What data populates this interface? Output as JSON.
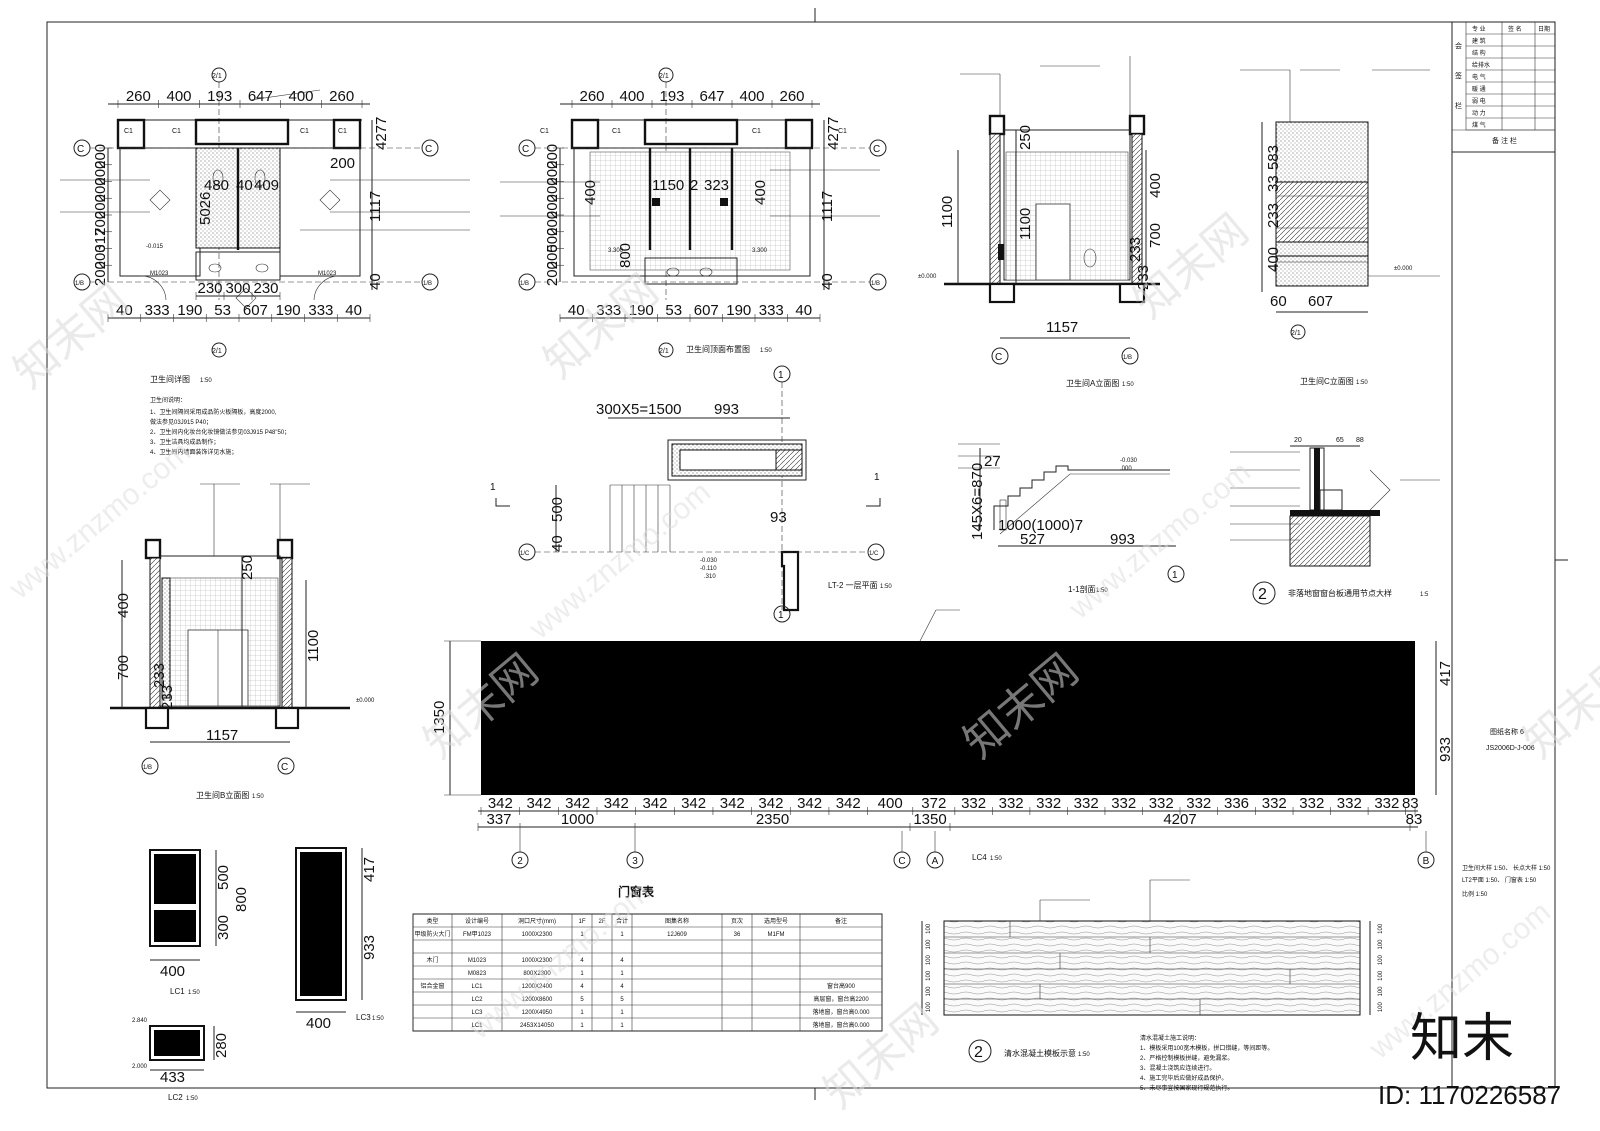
{
  "title_block": {
    "header": [
      "专 业",
      "签 名",
      "日期"
    ],
    "rows": [
      "建 筑",
      "结 构",
      "给排水",
      "电 气",
      "暖 通",
      "弱 电",
      "动 力",
      "煤 气"
    ],
    "side_labels": [
      "会",
      "签",
      "栏"
    ],
    "remark_label": "备 注 栏",
    "drawing_name": "图纸名称 6",
    "drawing_code": "JS2006D-J-006",
    "scale_notes": [
      "卫生间大样 1:50、 长点大样 1:50",
      "LT2平面 1:50、 门窗表 1:50"
    ],
    "extra": "比例 1:50"
  },
  "plan1": {
    "top_dims": [
      "260",
      "400",
      "193",
      "647",
      "400",
      "260"
    ],
    "axis_top": "2/1",
    "axis_left_top": "C",
    "axis_left_bot": "1/B",
    "labels": [
      "C1",
      "C1",
      "C1",
      "C1"
    ],
    "left_dims": [
      "200",
      "200",
      "200",
      "200",
      "200",
      "317",
      "200",
      "200"
    ],
    "right_dims": [
      "1117",
      "40",
      "4277"
    ],
    "inner": [
      "480",
      "40",
      "409",
      "5026",
      "200",
      "M1023",
      "M1023"
    ],
    "bot_row1": [
      "230",
      "300",
      "230"
    ],
    "bot_row2": [
      "40",
      "333",
      "190",
      "53",
      "607",
      "190",
      "333",
      "40"
    ],
    "note_left": "-0.015",
    "title": "卫生间详图",
    "scale": "1:50",
    "notes_title": "卫生间说明：",
    "notes": [
      "1、卫生间隔间采用成品防火板隔板，高度2000,",
      "   做法参见03J915 P40；",
      "2、卫生间内化妆台化妆镜做法参见03J915 P48\"50；",
      "3、卫生洁具均成品制作；",
      "4、卫生间内墙面装饰详见水施；"
    ]
  },
  "plan2": {
    "top_dims": [
      "260",
      "400",
      "193",
      "647",
      "400",
      "260"
    ],
    "left_dims": [
      "200",
      "200",
      "200",
      "200",
      "200",
      "500",
      "200",
      "200"
    ],
    "right_dims": [
      "1117",
      "40",
      "4277"
    ],
    "inner": [
      "400",
      "400",
      "1150",
      "2",
      "323",
      "800",
      "3.300",
      "3.300"
    ],
    "bot_row": [
      "40",
      "333",
      "190",
      "53",
      "607",
      "190",
      "333",
      "40"
    ],
    "title": "卫生间顶面布置图",
    "scale": "1:50"
  },
  "elev_a": {
    "dims": [
      "250",
      "1100",
      "1100",
      "400",
      "700",
      "233",
      "233"
    ],
    "bottom": "1157",
    "axes": [
      "C",
      "1/B"
    ],
    "level": "±0.000",
    "title": "卫生间A立面图",
    "scale": "1:50"
  },
  "section_c": {
    "dims": [
      "583",
      "233",
      "33",
      "400"
    ],
    "bottom": [
      "60",
      "607"
    ],
    "axis": "2/1",
    "level": "±0.000",
    "title": "卫生间C立面图",
    "scale": "1:50"
  },
  "stair_plan": {
    "dims": [
      "300X5=1500",
      "993",
      "500",
      "40",
      "93"
    ],
    "axes": [
      "1",
      "1/C",
      "1/C",
      "1"
    ],
    "cut": "1",
    "levels": [
      "-0.030",
      "-0.110",
      ".310"
    ],
    "title": "LT-2  一层平面",
    "scale": "1:50"
  },
  "stair_section": {
    "dims": [
      "27",
      "145X6=870",
      "1000(1000)7",
      "527",
      "993"
    ],
    "levels": [
      "-0.030",
      ".000"
    ],
    "axis": "1",
    "title": "1-1剖面",
    "scale": "1:50"
  },
  "node_detail": {
    "dims": [
      "20",
      "65",
      "88"
    ],
    "num": "2",
    "title": "非落地窗窗台板通用节点大样",
    "scale": "1:5"
  },
  "elev_b": {
    "dims": [
      "250",
      "400",
      "700",
      "1100",
      "233",
      "233"
    ],
    "bottom": "1157",
    "axes": [
      "1/B",
      "C"
    ],
    "level": "±0.000",
    "title": "卫生间B立面图",
    "scale": "1:50"
  },
  "window_lc4": {
    "left_dim": "1350",
    "right_dims": [
      "417",
      "933"
    ],
    "bottom_row": [
      "342",
      "342",
      "342",
      "342",
      "342",
      "342",
      "342",
      "342",
      "342",
      "342",
      "400",
      "372",
      "332",
      "332",
      "332",
      "332",
      "332",
      "332",
      "332",
      "336",
      "332",
      "332",
      "332",
      "332",
      "83"
    ],
    "lower_row": [
      "337",
      "1000",
      "2350",
      "1350",
      "4207",
      "83"
    ],
    "axes": [
      "2",
      "3",
      "C",
      "A",
      "B"
    ],
    "title": "LC4",
    "scale": "1:50"
  },
  "small_windows": {
    "lc1": {
      "dims": [
        "500",
        "800",
        "300"
      ],
      "bottom": "400",
      "title": "LC1",
      "scale": "1:50"
    },
    "lc3": {
      "dims": [
        "417",
        "933"
      ],
      "bottom": "400",
      "title": "LC3",
      "scale": "1:50"
    },
    "lc2": {
      "dims": [
        "280"
      ],
      "bottom": "433",
      "levels": [
        "2.840",
        "2.000"
      ],
      "title": "LC2",
      "scale": "1:50"
    }
  },
  "door_window_table": {
    "title": "门窗表",
    "headers": [
      "类型",
      "设计编号",
      "洞口尺寸(mm)",
      "1F",
      "2F",
      "合计",
      "图集名称",
      "页次",
      "选用型号",
      "备注"
    ],
    "rows": [
      [
        "甲级防火大门",
        "FM甲1023",
        "1000X2300",
        "1",
        "",
        "1",
        "12J609",
        "36",
        "M1FM",
        ""
      ],
      [
        "",
        "",
        "",
        "",
        "",
        "",
        "",
        "",
        "",
        ""
      ],
      [
        "木门",
        "M1023",
        "1000X2300",
        "4",
        "",
        "4",
        "",
        "",
        "",
        ""
      ],
      [
        "",
        "M0823",
        "800X2300",
        "1",
        "",
        "1",
        "",
        "",
        "",
        ""
      ],
      [
        "铝合金窗",
        "LC1",
        "1200X2400",
        "4",
        "",
        "4",
        "",
        "",
        "",
        "窗台高900"
      ],
      [
        "",
        "LC2",
        "1200X8600",
        "5",
        "",
        "5",
        "",
        "",
        "",
        "高层窗，窗台高2200"
      ],
      [
        "",
        "LC3",
        "1200X4950",
        "1",
        "",
        "1",
        "",
        "",
        "",
        "落地窗，窗台高0.000"
      ],
      [
        "",
        "LC1",
        "2453X14050",
        "1",
        "",
        "1",
        "",
        "",
        "",
        "落地窗，窗台高0.000"
      ]
    ]
  },
  "formwork": {
    "num": "2",
    "title": "清水混凝土模板示意",
    "scale": "1:50",
    "dims": [
      "100",
      "100",
      "100",
      "100",
      "100",
      "100"
    ],
    "notes_title": "清水混凝土施工说明：",
    "notes": [
      "1、模板采用100宽木模板，拼口错缝，等间距等。",
      "2、严格控制模板拼缝，避免漏浆。",
      "3、混凝土浇筑应连续进行。",
      "4、施工完毕后应做好成品保护。",
      "5、未尽事宜按国家现行规范执行。"
    ]
  },
  "watermark": {
    "site": "www.znzmo.com",
    "brand": "知末网",
    "logo": "知末",
    "id": "ID: 1170226587"
  }
}
